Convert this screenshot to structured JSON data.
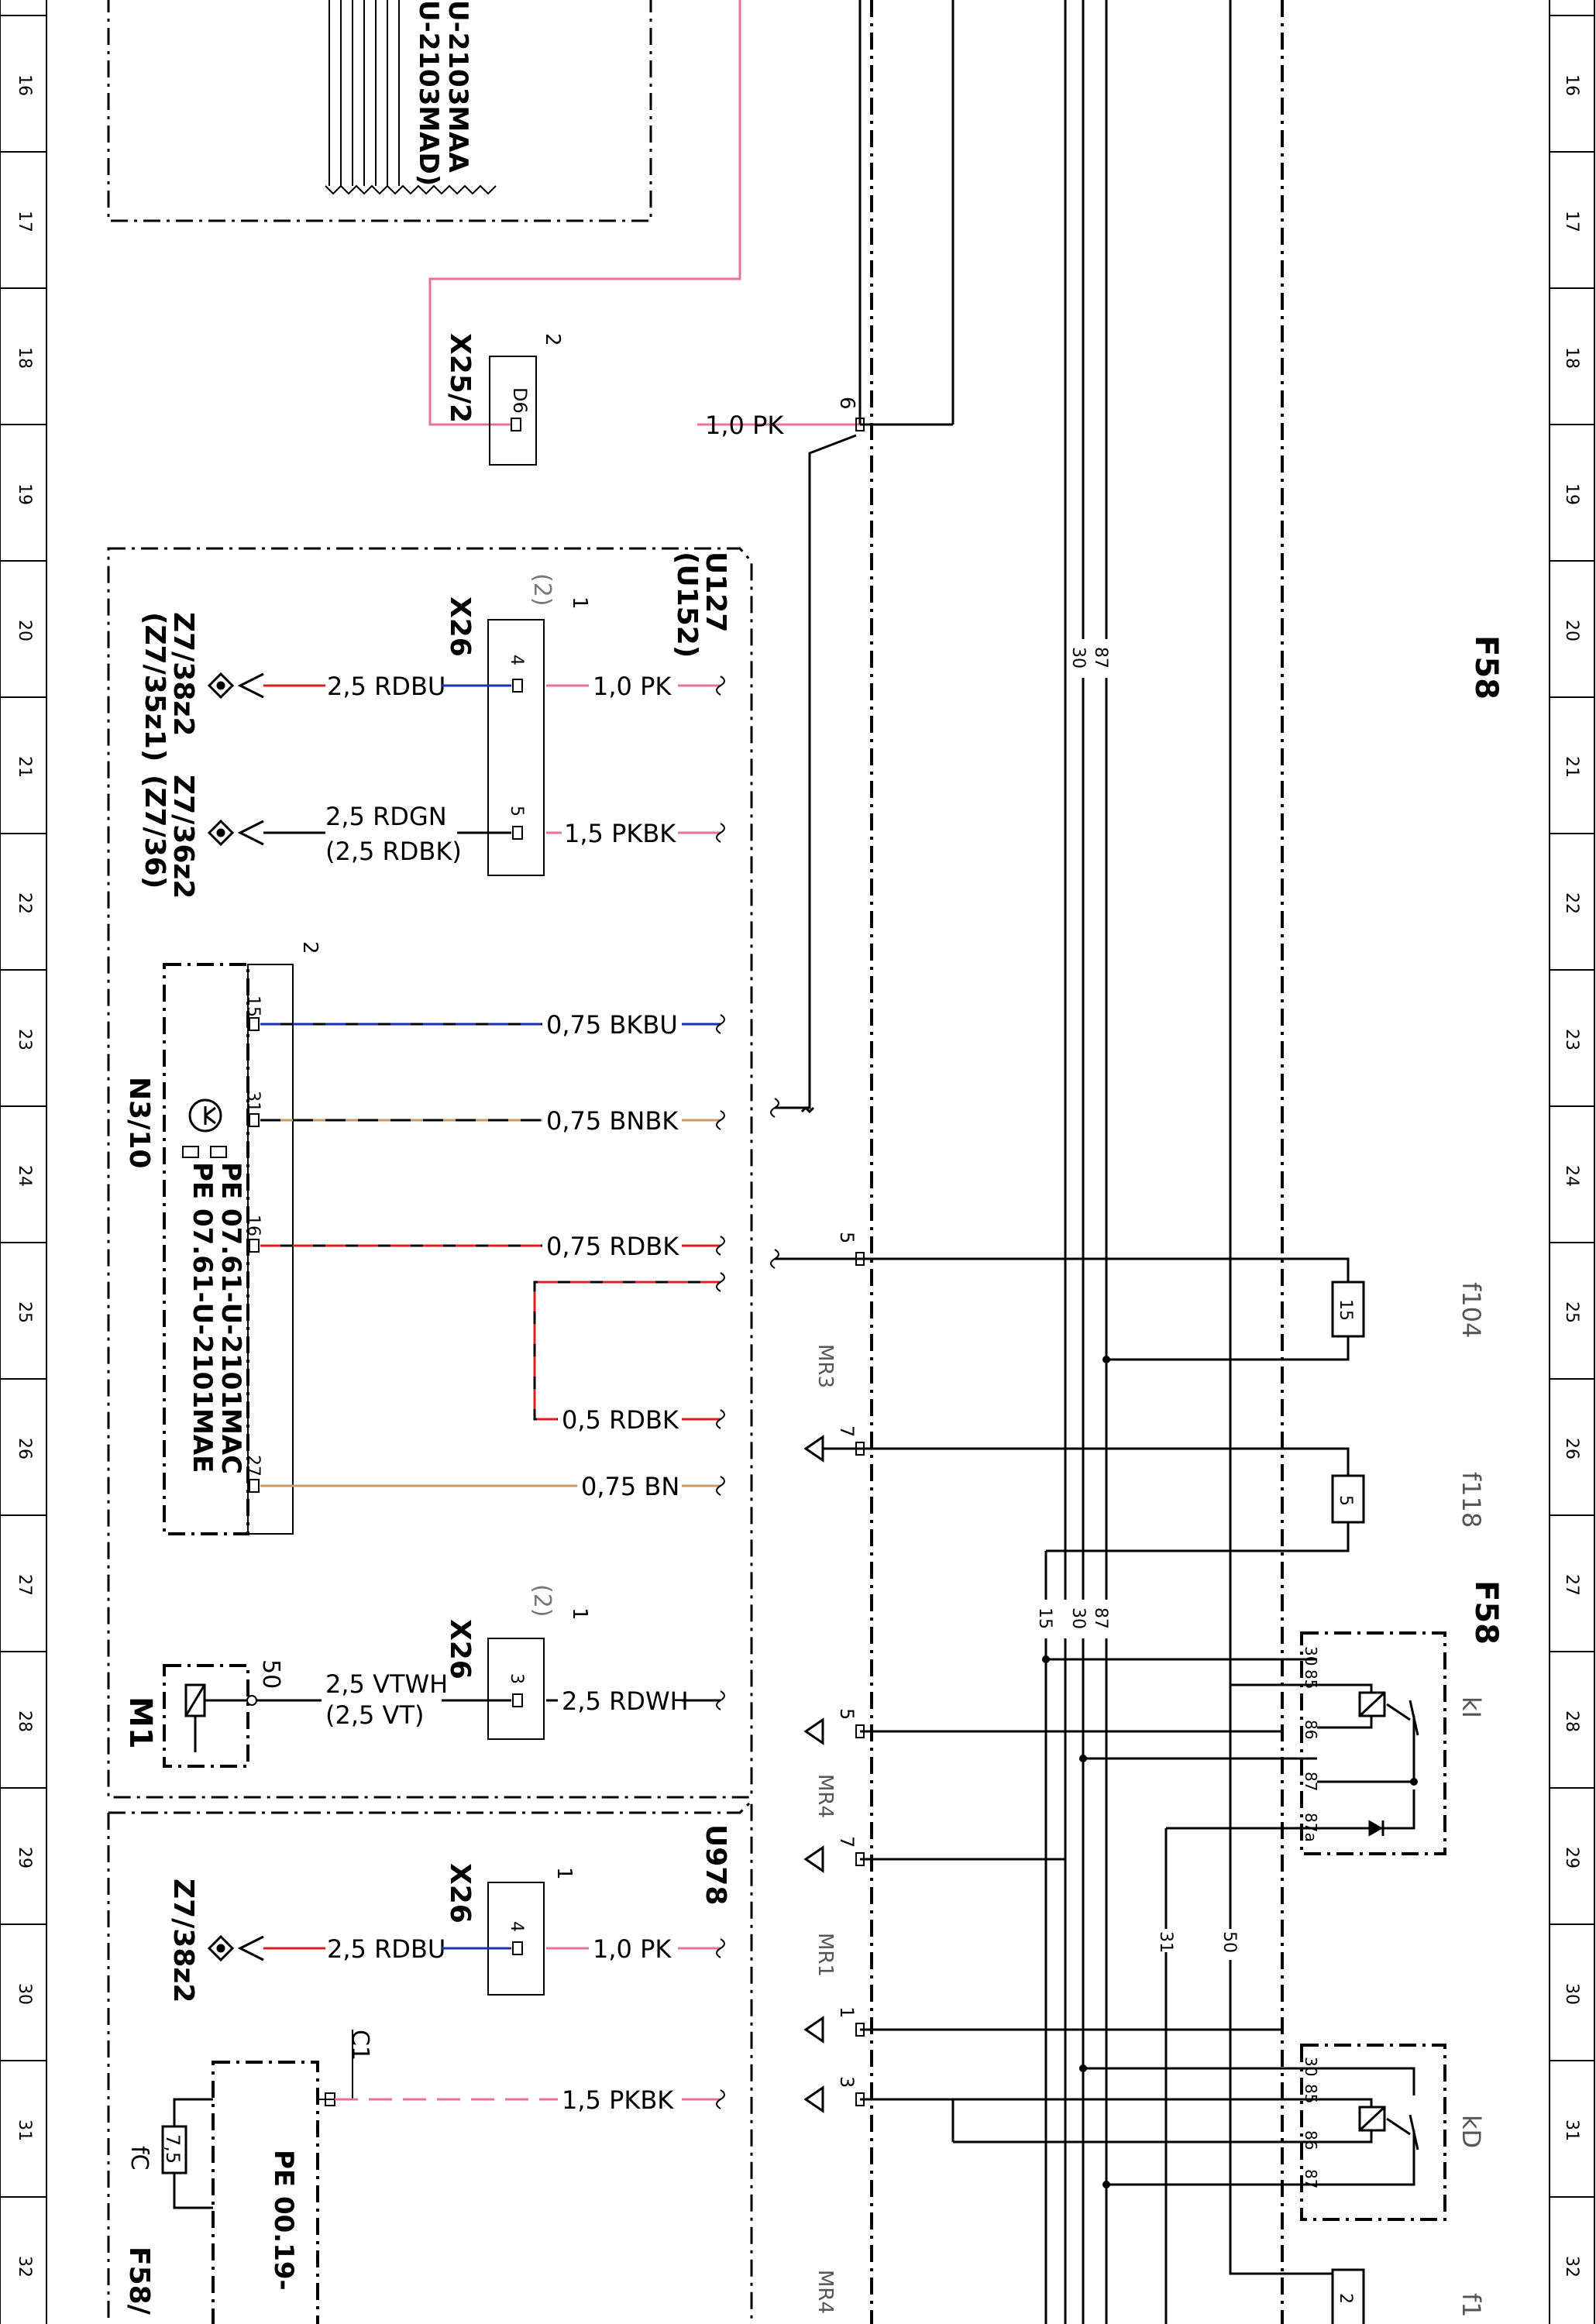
{
  "sheet": {
    "grid_numbers": [
      "16",
      "17",
      "18",
      "19",
      "20",
      "21",
      "22",
      "23",
      "24",
      "25",
      "26",
      "27",
      "28",
      "29",
      "30",
      "31",
      "32"
    ],
    "fuse_box_label": "F58"
  },
  "top_harness": {
    "labels": [
      "U-2103MAA",
      "U-2103MAD)"
    ]
  },
  "connector_x25": {
    "name": "X25/2",
    "pin_count": "2",
    "cavity": "D6",
    "pin": "6",
    "wire": "1,0 PK"
  },
  "module_u127": {
    "name": "U127",
    "alt_name": "(U152)",
    "connector": "X26",
    "connector_pin_count": "1",
    "connector_alt_count": "(2)",
    "pins": [
      {
        "pin": "4",
        "wire_in": "2,5 RDBU",
        "wire_out": "1,0 PK",
        "ground": "Z7/38z2",
        "ground_alt": "(Z7/35z1)"
      },
      {
        "pin": "5",
        "wire_in": "2,5 RDGN",
        "wire_in_alt": "(2,5 RDBK)",
        "wire_out": "1,5 PKBK",
        "ground": "Z7/36z2",
        "ground_alt": "(Z7/36)"
      }
    ]
  },
  "component_n3_10": {
    "name": "N3/10",
    "connector_pin_count": "2",
    "ref_1": "PE 07.61-U-2101MAC",
    "ref_2": "PE 07.61-U-2101MAE",
    "pins": [
      {
        "pin": "15",
        "wire": "0,75 BKBU"
      },
      {
        "pin": "31",
        "wire": "0,75 BNBK"
      },
      {
        "pin": "16",
        "wire": "0,75 RDBK"
      },
      {
        "pin": "27",
        "wire": "0,75 BN"
      }
    ],
    "branch_wire": "0,5 RDBK"
  },
  "component_m1": {
    "name": "M1",
    "pin": "50",
    "wire_in": "2,5 VTWH",
    "wire_in_alt": "(2,5 VT)",
    "connector": "X26",
    "connector_pin_count": "1",
    "connector_alt_count": "(2)",
    "connector_pin": "3",
    "wire_out": "2,5 RDWH"
  },
  "module_u978": {
    "name": "U978",
    "connector": "X26",
    "connector_pin_count": "1",
    "pin": "4",
    "wire_in": "2,5 RDBU",
    "wire_out": "1,0 PK",
    "ground": "Z7/38z2",
    "fuse_ref": "fC",
    "fuse_value": "7,5",
    "block_ref": "F58/",
    "connector_c": "C1",
    "wire_c": "1,5 PKBK",
    "pe_ref": "PE 00.19-"
  },
  "splices": [
    {
      "name": "MR3",
      "pins": [
        "5",
        "7"
      ]
    },
    {
      "name": "MR4",
      "pins": [
        "5",
        "7"
      ]
    },
    {
      "name": "MR1",
      "pins": [
        "1",
        "3"
      ]
    },
    {
      "name": "MR4",
      "pins": []
    }
  ],
  "bus_labels": {
    "upper": [
      "30",
      "87"
    ],
    "lower": [
      "15",
      "30",
      "87"
    ],
    "terminal_31": "31",
    "terminal_50": "50"
  },
  "fuses": [
    {
      "name": "f104",
      "value": "15"
    },
    {
      "name": "f118",
      "value": "5"
    },
    {
      "name": "f1",
      "value": "2"
    }
  ],
  "relays": [
    {
      "name": "kI",
      "block": "F58",
      "terminals": [
        "30",
        "85",
        "86",
        "87",
        "87a"
      ]
    },
    {
      "name": "kD",
      "terminals": [
        "30",
        "85",
        "86",
        "87"
      ]
    }
  ],
  "colors": {
    "pink_wire": "#e8729a",
    "blue_wire": "#1a2fb5",
    "red_wire": "#e02020",
    "brown_wire": "#c79a6a",
    "ink": "#000000"
  }
}
